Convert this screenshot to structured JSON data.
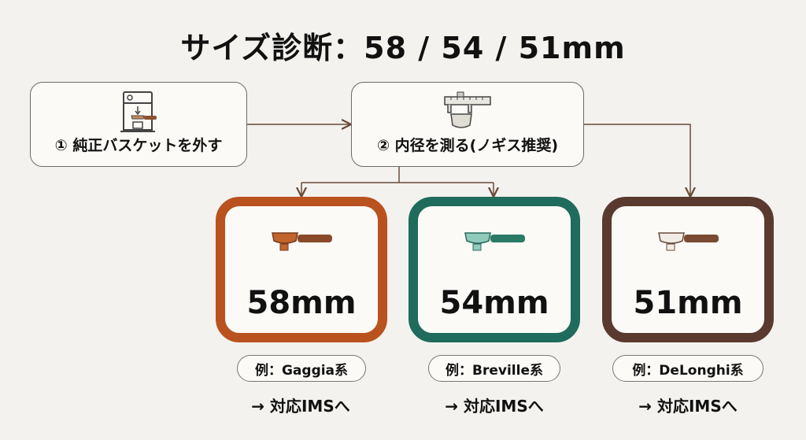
{
  "title": "サイズ診断：58 / 54 / 51mm",
  "steps": [
    {
      "label": "① 純正バスケットを外す",
      "icon": "espresso-machine-icon"
    },
    {
      "label": "② 内径を測る(ノギス推奨)",
      "icon": "caliper-icon"
    }
  ],
  "sizes": [
    {
      "value": "58mm",
      "example": "例：Gaggia系",
      "action": "→ 対応IMSへ",
      "color": "#b9521f"
    },
    {
      "value": "54mm",
      "example": "例：Breville系",
      "action": "→ 対応IMSへ",
      "color": "#1f6b5c"
    },
    {
      "value": "51mm",
      "example": "例：DeLonghi系",
      "action": "→ 対応IMSへ",
      "color": "#5a3a2e"
    }
  ]
}
